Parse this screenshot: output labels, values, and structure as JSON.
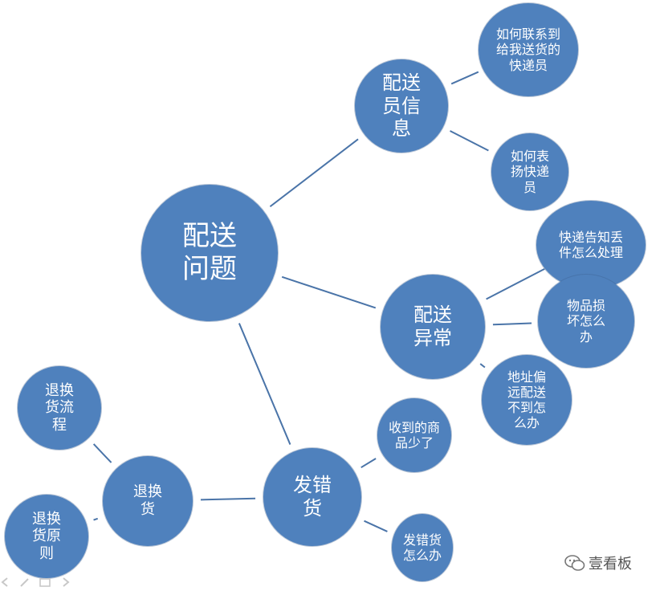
{
  "diagram": {
    "nodes": {
      "root": "配送问题",
      "courier_info": "配送员信息",
      "contact_courier": "如何联系到给我送货的快递员",
      "praise_courier": "如何表扬快递员",
      "delivery_exception": "配送异常",
      "lost_package": "快递告知丢件怎么处理",
      "damaged_item": "物品损坏怎么办",
      "remote_address": "地址偏远配送不到怎么办",
      "wrong_goods": "发错货",
      "missing_items": "收到的商品少了",
      "wrong_goods_action": "发错货怎么办",
      "return_exchange": "退换货",
      "return_process": "退换货流程",
      "return_policy": "退换货原则"
    },
    "edges": [
      [
        "root",
        "courier_info"
      ],
      [
        "root",
        "delivery_exception"
      ],
      [
        "root",
        "wrong_goods"
      ],
      [
        "courier_info",
        "contact_courier"
      ],
      [
        "courier_info",
        "praise_courier"
      ],
      [
        "delivery_exception",
        "lost_package"
      ],
      [
        "delivery_exception",
        "damaged_item"
      ],
      [
        "delivery_exception",
        "remote_address"
      ],
      [
        "wrong_goods",
        "missing_items"
      ],
      [
        "wrong_goods",
        "wrong_goods_action"
      ],
      [
        "wrong_goods",
        "return_exchange"
      ],
      [
        "return_exchange",
        "return_process"
      ],
      [
        "return_exchange",
        "return_policy"
      ]
    ]
  },
  "watermark": {
    "text": "壹看板"
  },
  "colors": {
    "node_fill": "#4f81bd",
    "edge": "#4a74a8",
    "text": "#ffffff"
  }
}
